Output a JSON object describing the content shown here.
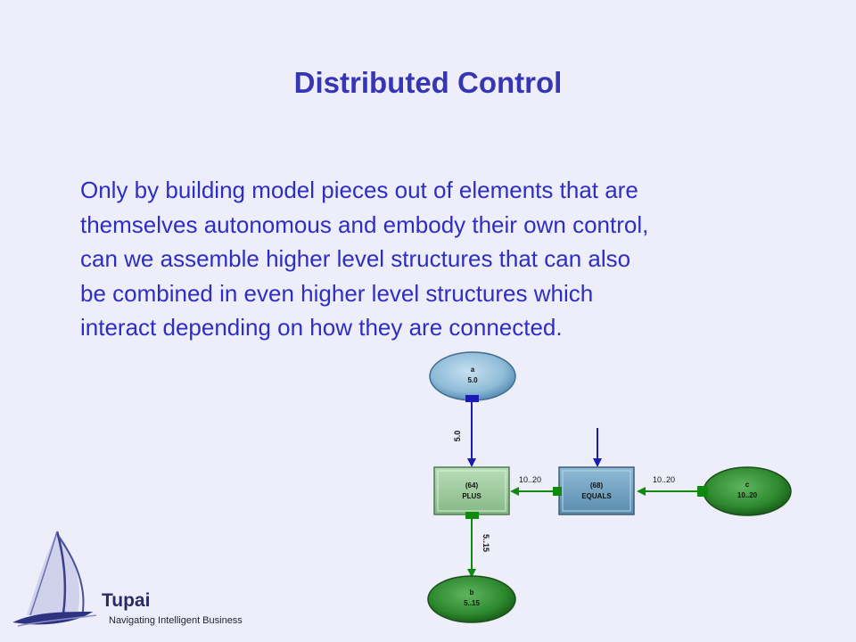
{
  "slide": {
    "title": "Distributed Control",
    "body_lines": [
      "Only by building model pieces out of elements that are",
      "themselves autonomous and embody their own control,",
      "can we assemble higher level structures that can also",
      "be combined in even higher level structures which",
      "interact depending on how they are connected."
    ]
  },
  "diagram": {
    "nodes": {
      "a": {
        "name": "a",
        "value": "5.0"
      },
      "plus": {
        "id": "(64)",
        "name": "PLUS"
      },
      "equals": {
        "id": "(68)",
        "name": "EQUALS"
      },
      "c": {
        "name": "c",
        "value": "10..20"
      },
      "b": {
        "name": "b",
        "value": "5..15"
      }
    },
    "edges": {
      "a_to_plus": "5.0",
      "equals_to_plus": "10..20",
      "c_to_equals": "10..20",
      "plus_to_b": "5..15"
    },
    "colors": {
      "blue_link": "#1a1ab4",
      "green_link": "#0e8a0e",
      "input_node": "#8fbcd8",
      "output_node": "#2e8a2e",
      "plus_box": "#9ccc9c",
      "equals_box": "#6d9fbf"
    }
  },
  "branding": {
    "logo_icon": "sailboat-icon",
    "company": "Tupai",
    "tagline": "Navigating Intelligent Business"
  }
}
